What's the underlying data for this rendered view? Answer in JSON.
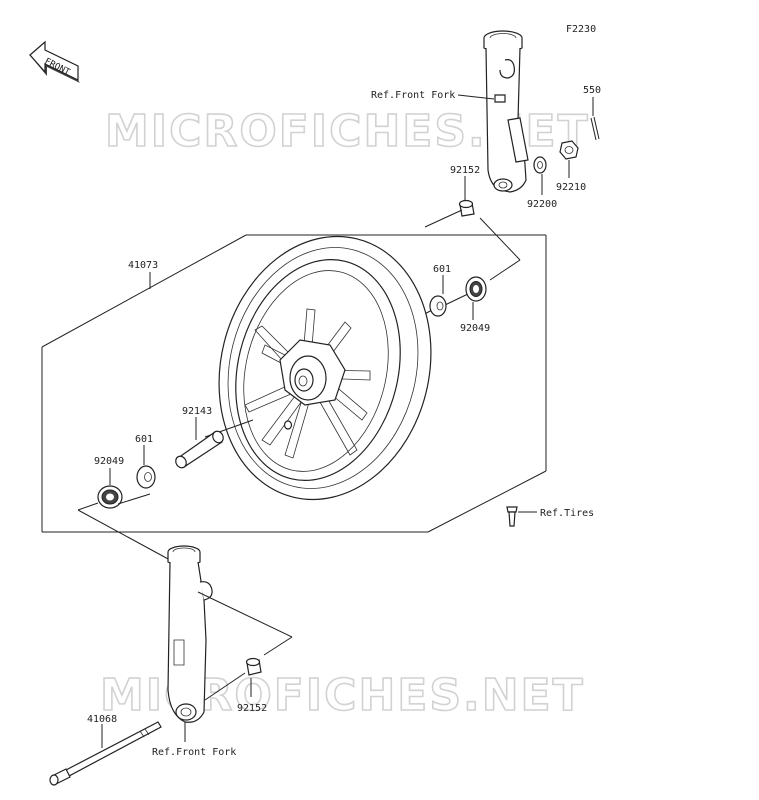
{
  "figure_code": "F2230",
  "watermark": "MICROFICHES.NET",
  "front_badge": "FRONT",
  "callouts": {
    "p550": "550",
    "p92210": "92210",
    "p92200": "92200",
    "p92152_top": "92152",
    "p41073": "41073",
    "p601_right": "601",
    "p92049_right": "92049",
    "p92143": "92143",
    "p601_left": "601",
    "p92049_left": "92049",
    "p92152_bottom": "92152",
    "p41068": "41068"
  },
  "references": {
    "front_fork_top": "Ref.Front Fork",
    "tires": "Ref.Tires",
    "front_fork_bottom": "Ref.Front Fork"
  }
}
